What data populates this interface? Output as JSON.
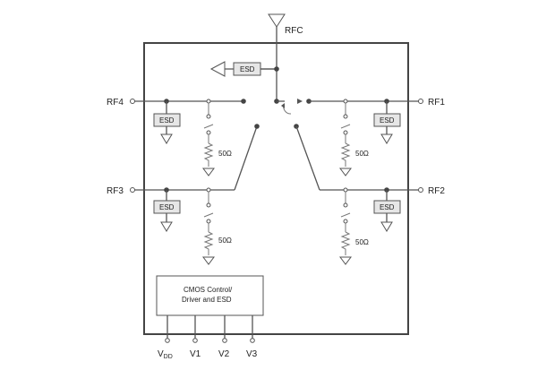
{
  "ports": {
    "rfc": "RFC",
    "rf1": "RF1",
    "rf2": "RF2",
    "rf3": "RF3",
    "rf4": "RF4"
  },
  "esd_label": "ESD",
  "resistor_label": "50Ω",
  "control_block": {
    "line1": "CMOS Control/",
    "line2": "Driver and ESD"
  },
  "pins": {
    "vdd_main": "V",
    "vdd_sub": "DD",
    "v1": "V1",
    "v2": "V2",
    "v3": "V3"
  }
}
